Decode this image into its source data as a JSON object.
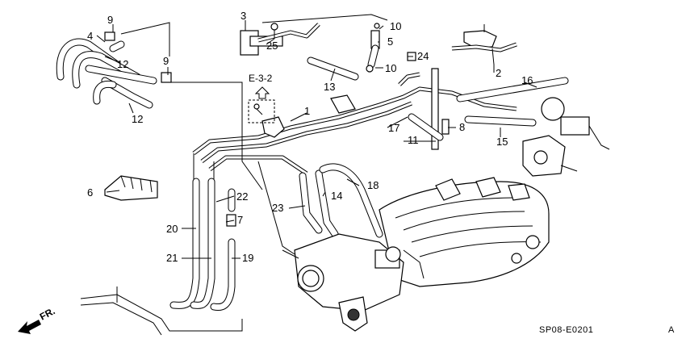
{
  "diagram": {
    "reference_code": "SP08-E0201",
    "reference_suffix": "A",
    "section_ref": "E-3-2",
    "direction_label": "FR.",
    "callouts": [
      {
        "id": "c1",
        "text": "1"
      },
      {
        "id": "c2",
        "text": "2"
      },
      {
        "id": "c3",
        "text": "3"
      },
      {
        "id": "c4",
        "text": "4"
      },
      {
        "id": "c5",
        "text": "5"
      },
      {
        "id": "c6",
        "text": "6"
      },
      {
        "id": "c7",
        "text": "7"
      },
      {
        "id": "c8",
        "text": "8"
      },
      {
        "id": "c9a",
        "text": "9"
      },
      {
        "id": "c9b",
        "text": "9"
      },
      {
        "id": "c10a",
        "text": "10"
      },
      {
        "id": "c10b",
        "text": "10"
      },
      {
        "id": "c11",
        "text": "11"
      },
      {
        "id": "c12a",
        "text": "12"
      },
      {
        "id": "c12b",
        "text": "12"
      },
      {
        "id": "c13",
        "text": "13"
      },
      {
        "id": "c14",
        "text": "14"
      },
      {
        "id": "c15",
        "text": "15"
      },
      {
        "id": "c16",
        "text": "16"
      },
      {
        "id": "c17",
        "text": "17"
      },
      {
        "id": "c18",
        "text": "18"
      },
      {
        "id": "c19",
        "text": "19"
      },
      {
        "id": "c20",
        "text": "20"
      },
      {
        "id": "c21",
        "text": "21"
      },
      {
        "id": "c22",
        "text": "22"
      },
      {
        "id": "c23",
        "text": "23"
      },
      {
        "id": "c24",
        "text": "24"
      },
      {
        "id": "c25",
        "text": "25"
      }
    ]
  }
}
